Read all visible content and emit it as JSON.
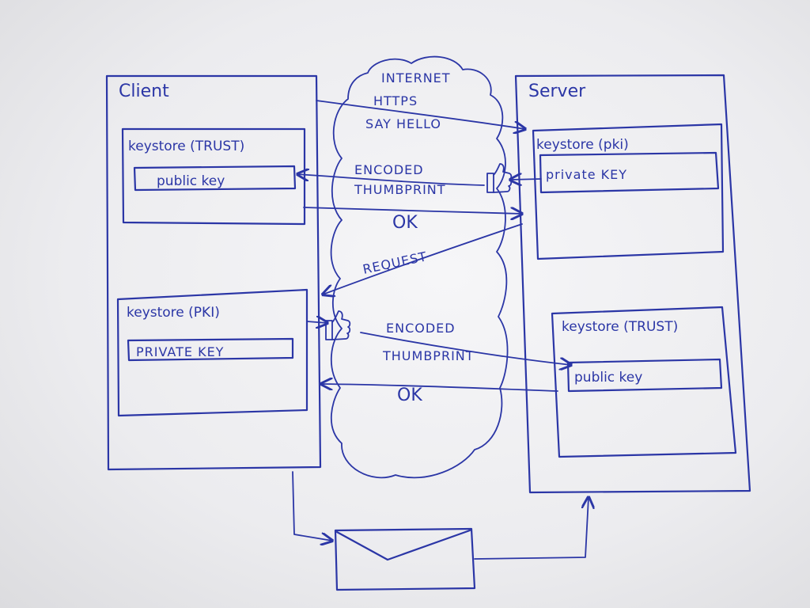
{
  "client": {
    "title": "Client",
    "trust_store": {
      "title": "keystore (TRUST)",
      "key": "public key"
    },
    "pki_store": {
      "title": "keystore (PKI)",
      "key": "PRIVATE KEY"
    }
  },
  "server": {
    "title": "Server",
    "pki_store": {
      "title": "keystore (pki)",
      "key": "private KEY"
    },
    "trust_store": {
      "title": "keystore (TRUST)",
      "key": "public key"
    }
  },
  "internet": {
    "line1": "INTERNET",
    "line2": "HTTPS",
    "hello": "SAY HELLO",
    "encoded1_a": "ENCODED",
    "encoded1_b": "THUMBPRINT",
    "ok1": "OK",
    "request": "REQUEST",
    "encoded2_a": "ENCODED",
    "encoded2_b": "THUMBPRINT",
    "ok2": "OK"
  },
  "colors": {
    "ink": "#2b36a6",
    "paper": "#ffffff"
  },
  "icons": [
    "thumbs-up-icon",
    "envelope-icon"
  ]
}
